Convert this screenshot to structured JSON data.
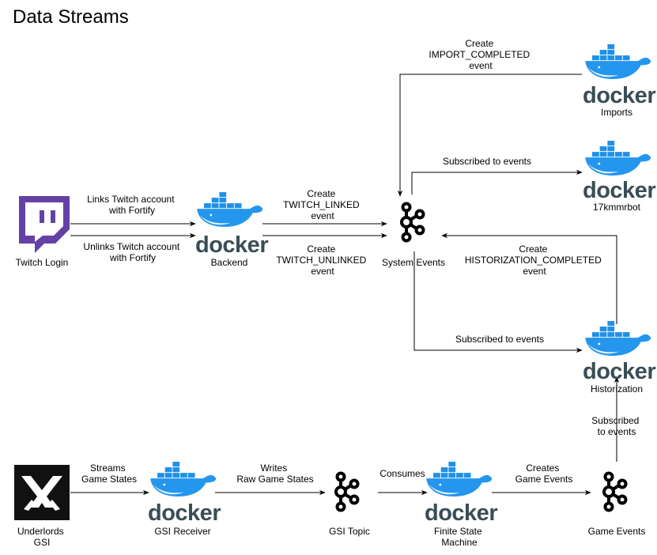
{
  "title": "Data Streams",
  "colors": {
    "docker_blue": "#2496ed",
    "docker_text": "#394d54",
    "twitch_purple": "#6441a5",
    "line": "#000000"
  },
  "icons": {
    "docker": "docker-whale-icon",
    "kafka": "kafka-topic-icon",
    "twitch": "twitch-logo-icon",
    "underlords": "underlords-logo-icon"
  },
  "docker_wordmark": "docker",
  "nodes": {
    "twitch_login": "Twitch Login",
    "backend": "Backend",
    "system_events": "System Events",
    "imports": "Imports",
    "bot": "17kmmrbot",
    "historization": "Historization",
    "underlords_gsi": [
      "Underlords",
      "GSI"
    ],
    "gsi_receiver": "GSI Receiver",
    "gsi_topic": "GSI Topic",
    "fsm": [
      "Finite State",
      "Machine"
    ],
    "game_events": "Game Events"
  },
  "edges": {
    "links": [
      "Links Twitch account",
      "with Fortify"
    ],
    "unlinks": [
      "Unlinks Twitch account",
      "with Fortify"
    ],
    "create_linked": [
      "Create",
      "TWITCH_LINKED",
      "event"
    ],
    "create_unlinked": [
      "Create",
      "TWITCH_UNLINKED",
      "event"
    ],
    "import_completed": [
      "Create",
      "IMPORT_COMPLETED",
      "event"
    ],
    "sub_bot": "Subscribed to events",
    "historization_completed": [
      "Create",
      "HISTORIZATION_COMPLETED",
      "event"
    ],
    "sub_hist": "Subscribed to events",
    "sub_game": [
      "Subscribed",
      "to events"
    ],
    "streams": [
      "Streams",
      "Game States"
    ],
    "writes": [
      "Writes",
      "Raw Game States"
    ],
    "consumes": "Consumes",
    "creates": [
      "Creates",
      "Game Events"
    ]
  }
}
